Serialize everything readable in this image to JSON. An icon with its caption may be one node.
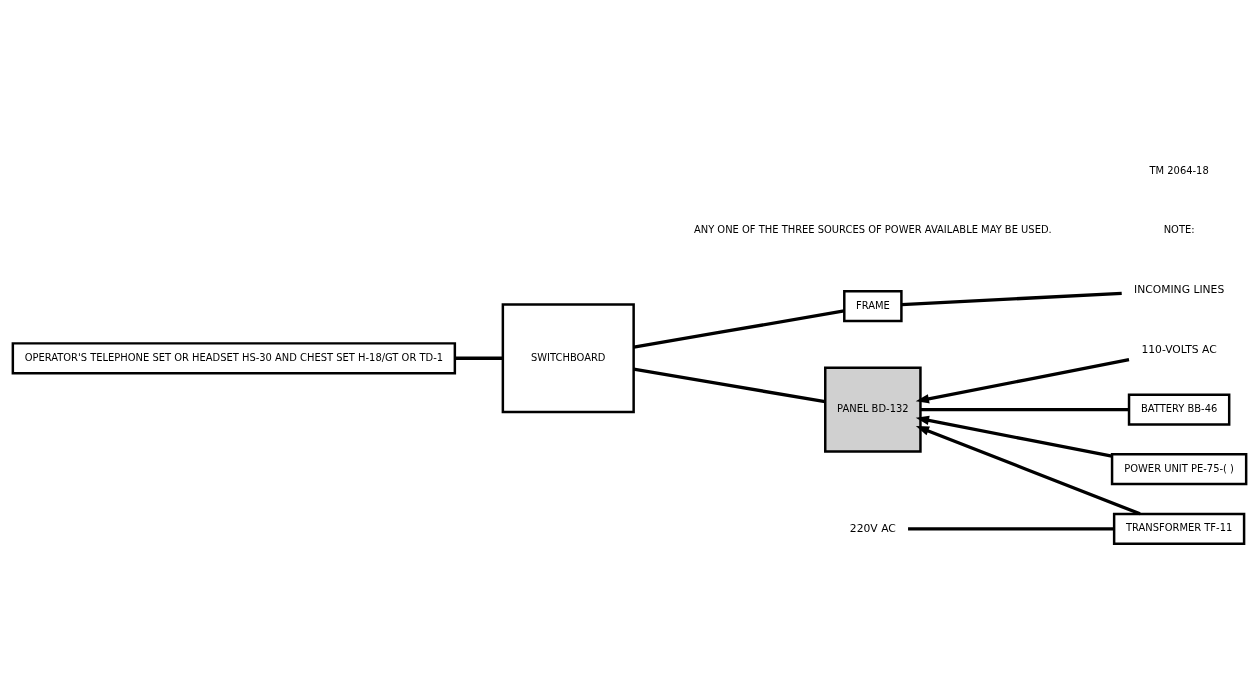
{
  "diagram": {
    "nodes": [
      {
        "text": [
          "BATTERY BB-46"
        ]
      },
      {
        "text": [
          "TRANSFORMER TF-11"
        ]
      },
      {
        "text": [
          "220V AC"
        ]
      },
      {
        "text": [
          "PANEL BD-132"
        ]
      },
      {
        "text": [
          "POWER UNIT PE-75-( )"
        ]
      },
      {
        "text": [
          "110-VOLTS AC"
        ]
      },
      {
        "text": [
          "FRAME"
        ]
      },
      {
        "text": [
          "SWITCHBOARD"
        ]
      },
      {
        "text": [
          "OPERATOR'S TELEPHONE SET OR HEADSET HS-30 AND CHEST SET H-18/GT OR TD-1"
        ]
      },
      {
        "text": [
          "INCOMING LINES"
        ]
      }
    ],
    "edges": [
      {
        "from": 0,
        "to": 3,
        "arrow": "none"
      },
      {
        "from": 1,
        "to": 2,
        "arrow": "none"
      },
      {
        "from": 1,
        "to": 3,
        "arrow": "to"
      },
      {
        "from": 4,
        "to": 3,
        "arrow": "to"
      },
      {
        "from": 5,
        "to": 3,
        "arrow": "to"
      },
      {
        "from": 3,
        "to": 7,
        "arrow": "none"
      },
      {
        "from": 9,
        "to": 6,
        "arrow": "none"
      },
      {
        "from": 6,
        "to": 7,
        "arrow": "none"
      },
      {
        "from": 7,
        "to": 8,
        "arrow": "none"
      }
    ],
    "labels": [
      "NOTE:",
      "ANY ONE OF THE THREE SOURCES OF POWER AVAILABLE MAY BE USED.",
      "TM 2064-18"
    ]
  }
}
